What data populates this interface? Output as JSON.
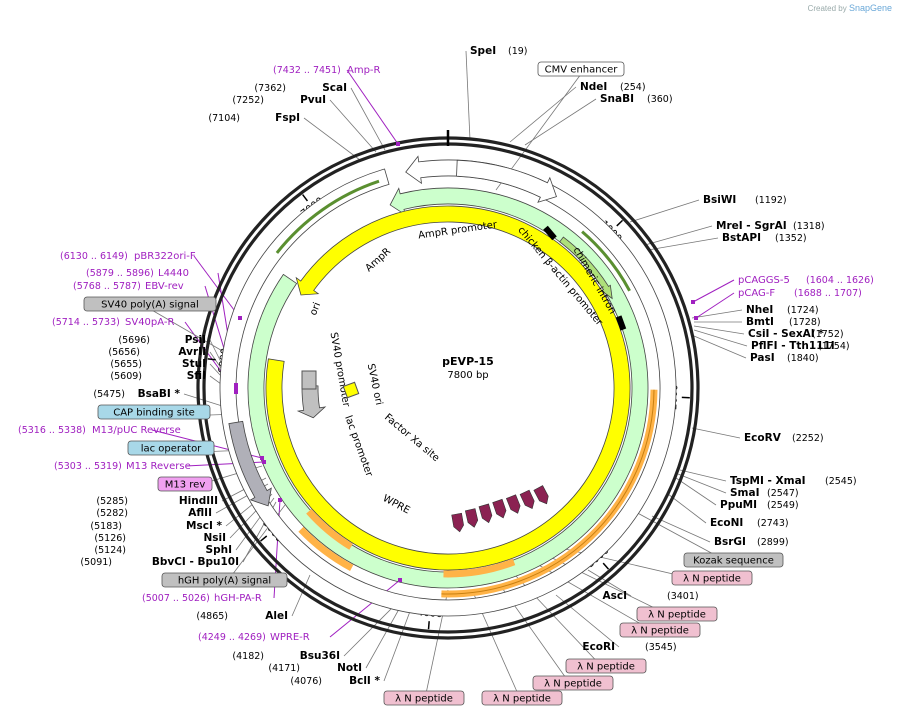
{
  "credit": {
    "prefix": "Created by",
    "brand": "SnapGene"
  },
  "plasmid": {
    "name": "pEVP-15",
    "length_label": "7800 bp",
    "length_bp": 7800
  },
  "colors": {
    "enzyme": "#000000",
    "primer": "#a020c0",
    "ori": "#ffff00",
    "ampr": "#ccffcc",
    "orange": "#ffb347",
    "peptide": "#8b2252",
    "grey_box": "#c0c0c0",
    "blue_box": "#a8d8e8",
    "pink_box": "#f0c0d0",
    "magenta_box": "#f0a0f0"
  },
  "ticks": [
    "1000",
    "2000",
    "3000",
    "4000",
    "5000",
    "6000",
    "7000"
  ],
  "features": [
    {
      "label": "AmpR promoter",
      "kind": "promoter"
    },
    {
      "label": "AmpR",
      "kind": "cds"
    },
    {
      "label": "ori",
      "kind": "ori"
    },
    {
      "label": "chicken β-actin promoter",
      "kind": "promoter"
    },
    {
      "label": "chimeric intron",
      "kind": "intron"
    },
    {
      "label": "SV40 promoter",
      "kind": "promoter"
    },
    {
      "label": "SV40 ori",
      "kind": "ori"
    },
    {
      "label": "lac promoter",
      "kind": "promoter"
    },
    {
      "label": "Factor Xa site",
      "kind": "site"
    },
    {
      "label": "WPRE",
      "kind": "misc"
    }
  ],
  "enzymes": [
    {
      "name": "SpeI",
      "pos": "(19)"
    },
    {
      "name": "NdeI",
      "pos": "(254)"
    },
    {
      "name": "SnaBI",
      "pos": "(360)"
    },
    {
      "name": "BsiWI",
      "pos": "(1192)"
    },
    {
      "name": "MreI  - SgrAI",
      "pos": "(1318)"
    },
    {
      "name": "BstAPI",
      "pos": "(1352)"
    },
    {
      "name": "NheI",
      "pos": "(1724)"
    },
    {
      "name": "BmtI",
      "pos": "(1728)"
    },
    {
      "name": "CsiI  - SexAI *",
      "pos": "(1752)"
    },
    {
      "name": "PflFI  - Tth111I",
      "pos": "(1754)"
    },
    {
      "name": "PasI",
      "pos": "(1840)"
    },
    {
      "name": "EcoRV",
      "pos": "(2252)"
    },
    {
      "name": "TspMI  - XmaI",
      "pos": "(2545)"
    },
    {
      "name": "SmaI",
      "pos": "(2547)"
    },
    {
      "name": "PpuMI",
      "pos": "(2549)"
    },
    {
      "name": "EcoNI",
      "pos": "(2743)"
    },
    {
      "name": "BsrGI",
      "pos": "(2899)"
    },
    {
      "name": "AscI",
      "pos": "(3401)"
    },
    {
      "name": "EcoRI",
      "pos": "(3545)"
    },
    {
      "name": "ScaI",
      "pos": "(7362)"
    },
    {
      "name": "PvuI",
      "pos": "(7252)"
    },
    {
      "name": "FspI",
      "pos": "(7104)"
    },
    {
      "name": "PsiI",
      "pos": "(5696)"
    },
    {
      "name": "AvrII",
      "pos": "(5656)"
    },
    {
      "name": "StuI",
      "pos": "(5655)"
    },
    {
      "name": "SfiI",
      "pos": "(5609)"
    },
    {
      "name": "BsaBI *",
      "pos": "(5475)"
    },
    {
      "name": "HindIII",
      "pos": "(5285)"
    },
    {
      "name": "AflII",
      "pos": "(5282)"
    },
    {
      "name": "MscI *",
      "pos": "(5183)"
    },
    {
      "name": "NsiI",
      "pos": "(5126)"
    },
    {
      "name": "SphI",
      "pos": "(5124)"
    },
    {
      "name": "BbvCI  - Bpu10I",
      "pos": "(5091)"
    },
    {
      "name": "AleI",
      "pos": "(4865)"
    },
    {
      "name": "Bsu36I",
      "pos": "(4182)"
    },
    {
      "name": "NotI",
      "pos": "(4171)"
    },
    {
      "name": "BclI *",
      "pos": "(4076)"
    }
  ],
  "primers": [
    {
      "name": "Amp-R",
      "pos": "(7432 .. 7451)"
    },
    {
      "name": "pCAGGS-5",
      "pos": "(1604 .. 1626)"
    },
    {
      "name": "pCAG-F",
      "pos": "(1688 .. 1707)"
    },
    {
      "name": "pBR322ori-F",
      "pos": "(6130 .. 6149)"
    },
    {
      "name": "L4440",
      "pos": "(5879 .. 5896)"
    },
    {
      "name": "EBV-rev",
      "pos": "(5768 .. 5787)"
    },
    {
      "name": "SV40pA-R",
      "pos": "(5714 .. 5733)"
    },
    {
      "name": "M13/pUC Reverse",
      "pos": "(5316 .. 5338)"
    },
    {
      "name": "M13 Reverse",
      "pos": "(5303 .. 5319)"
    },
    {
      "name": "hGH-PA-R",
      "pos": "(5007 .. 5026)"
    },
    {
      "name": "WPRE-R",
      "pos": "(4249 .. 4269)"
    }
  ],
  "boxed_labels": [
    {
      "label": "CMV enhancer",
      "style": "white"
    },
    {
      "label": "SV40 poly(A) signal",
      "style": "grey"
    },
    {
      "label": "CAP binding site",
      "style": "blue"
    },
    {
      "label": "lac operator",
      "style": "blue"
    },
    {
      "label": "M13 rev",
      "style": "magenta"
    },
    {
      "label": "hGH poly(A) signal",
      "style": "grey"
    },
    {
      "label": "Kozak sequence",
      "style": "grey"
    },
    {
      "label": "λ N peptide",
      "style": "pink"
    },
    {
      "label": "λ N peptide",
      "style": "pink"
    },
    {
      "label": "λ N peptide",
      "style": "pink"
    },
    {
      "label": "λ N peptide",
      "style": "pink"
    },
    {
      "label": "λ N peptide",
      "style": "pink"
    },
    {
      "label": "λ N peptide",
      "style": "pink"
    },
    {
      "label": "λ N peptide",
      "style": "pink"
    }
  ]
}
